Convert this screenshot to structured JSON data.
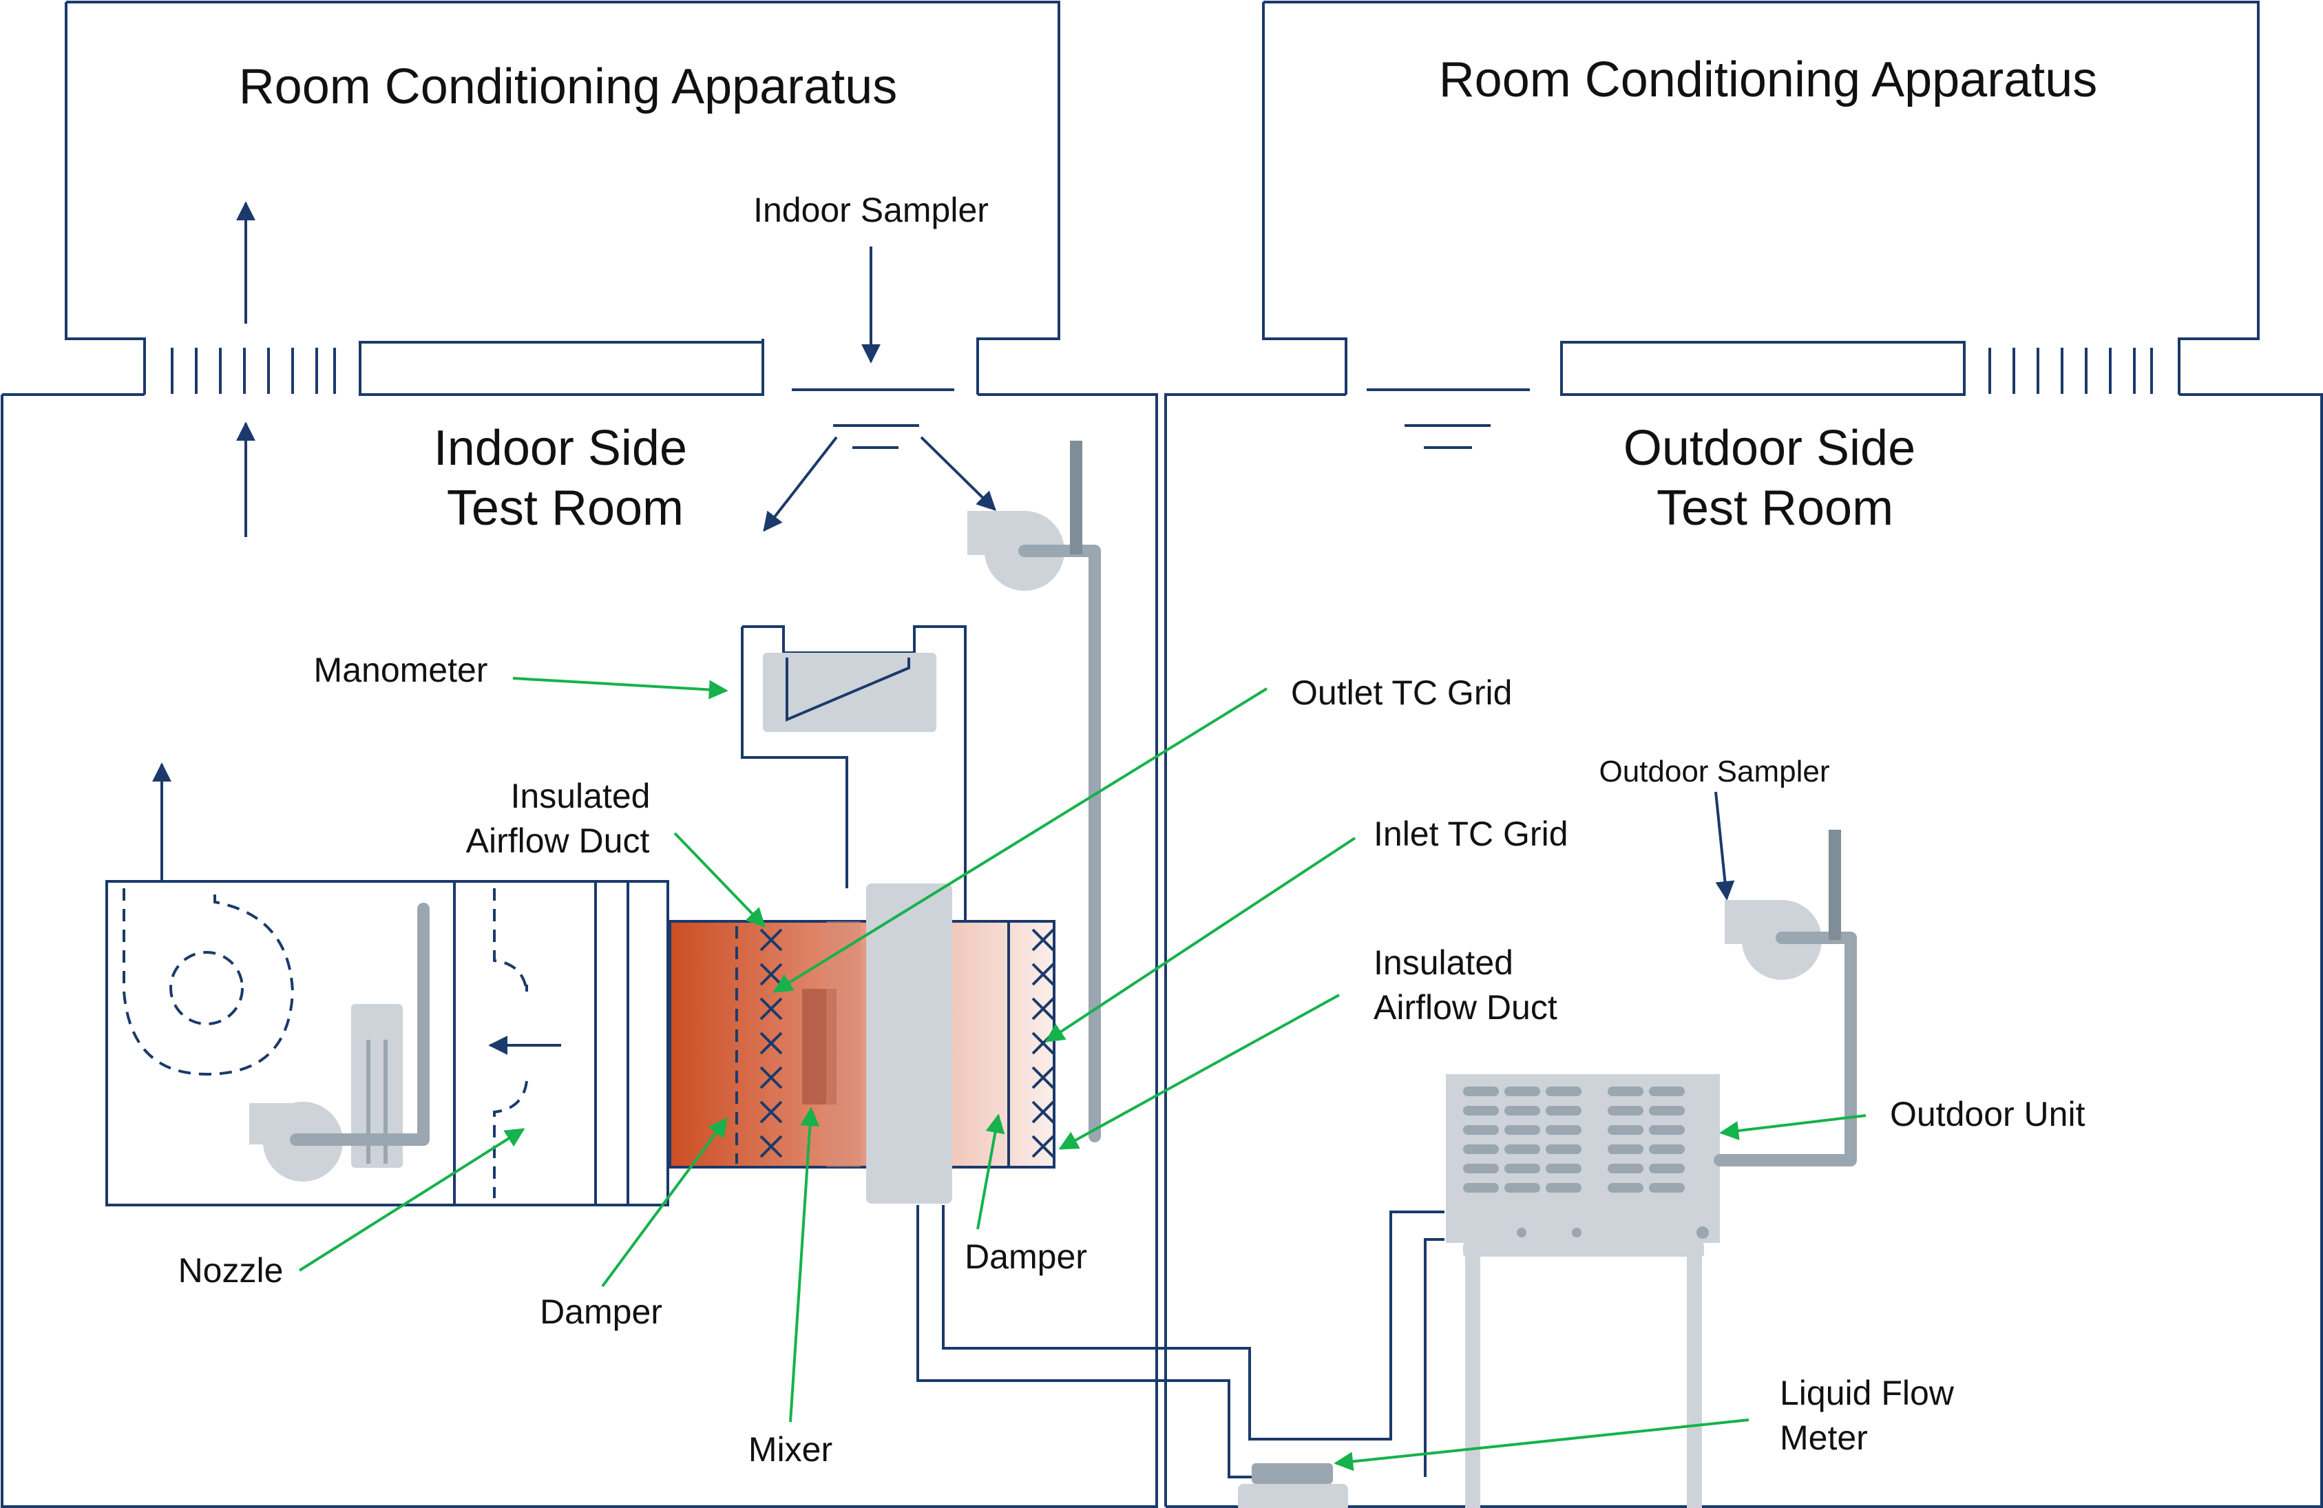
{
  "rooms": {
    "apparatus_left": "Room Conditioning Apparatus",
    "apparatus_right": "Room Conditioning Apparatus",
    "indoor_line1": "Indoor Side",
    "indoor_line2": "Test Room",
    "outdoor_line1": "Outdoor Side",
    "outdoor_line2": "Test Room"
  },
  "labels": {
    "indoor_sampler": "Indoor Sampler",
    "outdoor_sampler": "Outdoor Sampler",
    "manometer": "Manometer",
    "insulated_duct_left_1": "Insulated",
    "insulated_duct_left_2": "Airflow Duct",
    "insulated_duct_right_1": "Insulated",
    "insulated_duct_right_2": "Airflow Duct",
    "outlet_tc_grid": "Outlet TC Grid",
    "inlet_tc_grid": "Inlet TC Grid",
    "outdoor_unit": "Outdoor Unit",
    "nozzle": "Nozzle",
    "damper_left": "Damper",
    "damper_right": "Damper",
    "mixer": "Mixer",
    "liquid_flow_meter_1": "Liquid Flow",
    "liquid_flow_meter_2": "Meter"
  },
  "colors": {
    "wall": "#1b3a6b",
    "leader": "#16b24b",
    "equipment": "#cdd3d9",
    "duct_hot": "#d2552a",
    "duct_cool": "#f4dcd6"
  }
}
